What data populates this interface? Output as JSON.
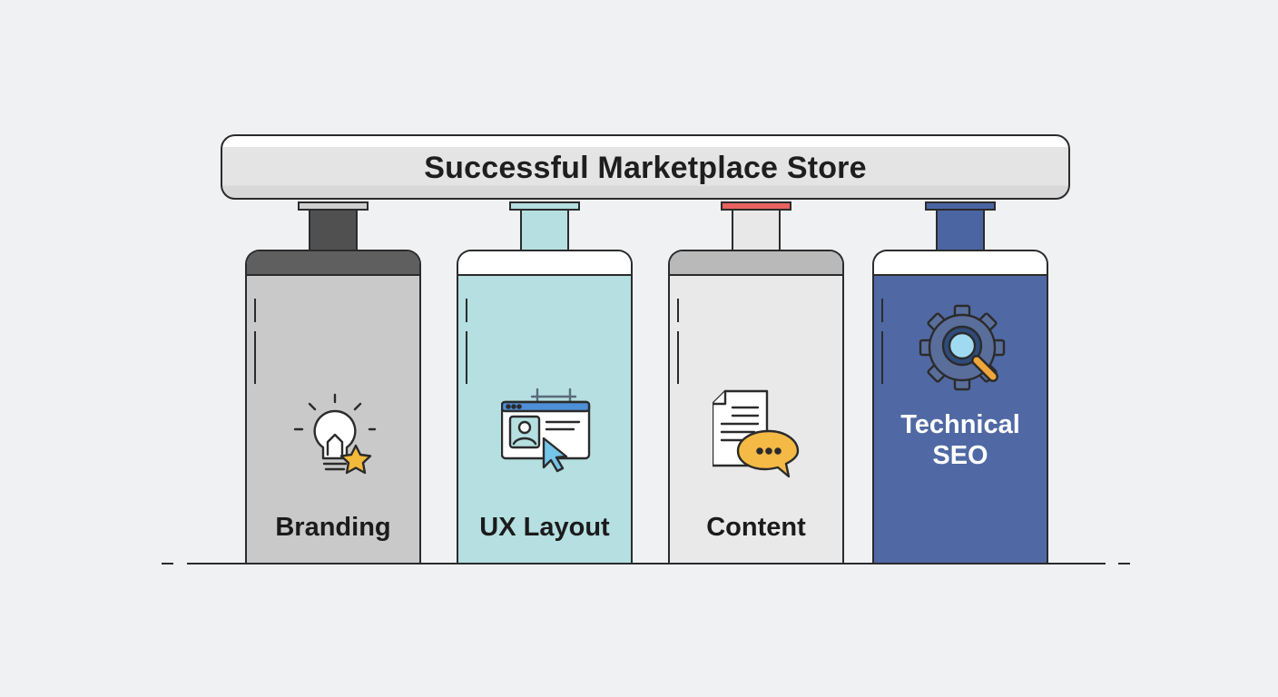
{
  "title": "Successful Marketplace Store",
  "pillars": [
    {
      "label": "Branding",
      "icon": "lightbulb-star-icon",
      "fill": "#c9c9c9",
      "accent": "#5f5f5f",
      "cap_color": "#cfcfcf",
      "neck_color": "#505050"
    },
    {
      "label": "UX Layout",
      "icon": "browser-cursor-icon",
      "fill": "#b5dfe0",
      "accent": "#ffffff",
      "cap_color": "#b5dfe0",
      "neck_color": "#b5dfe0"
    },
    {
      "label": "Content",
      "icon": "document-chat-icon",
      "fill": "#e9e9e9",
      "accent": "#b9b9b9",
      "cap_color": "#e8635f",
      "neck_color": "#e8e8e8"
    },
    {
      "label": "Technical\nSEO",
      "icon": "gear-magnifier-icon",
      "fill": "#5069a4",
      "accent": "#ffffff",
      "cap_color": "#4b65a3",
      "neck_color": "#4b65a3"
    }
  ],
  "colors": {
    "background": "#eff1f3",
    "outline": "#2b2b2b",
    "star": "#f3b93a",
    "chat_bubble": "#f5b945",
    "seo_label": "#ffffff"
  }
}
